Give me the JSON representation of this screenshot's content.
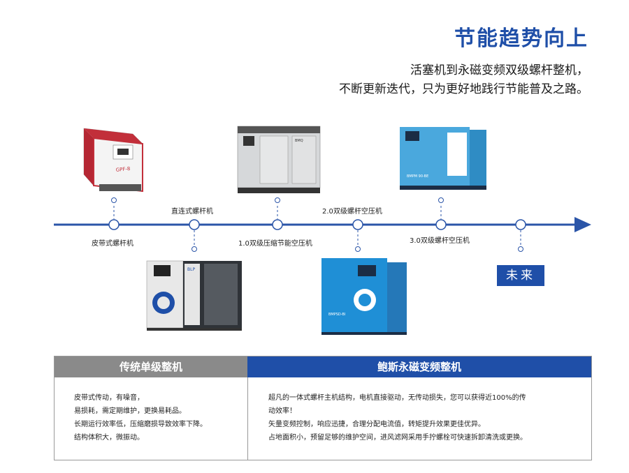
{
  "header": {
    "title": "节能趋势向上",
    "subtitle_line1": "活塞机到永磁变频双级螺杆整机，",
    "subtitle_line2": "不断更新迭代，只为更好地践行节能普及之路。"
  },
  "timeline": {
    "labels": [
      "皮带式螺杆机",
      "直连式螺杆机",
      "1.0双级压缩节能空压机",
      "2.0双级螺杆空压机",
      "3.0双级螺杆空压机"
    ],
    "future_label": "未来",
    "colors": {
      "line": "#2b55a8",
      "accent": "#1f4fa8"
    }
  },
  "machines": {
    "piston_badge": "GPF-8",
    "direct_brand": "BLP",
    "v1_badge": "BMQ",
    "v2_badge": "BMPSD-BI",
    "v3_badge": "BMPM 90-BE"
  },
  "table": {
    "left_header": "传统单级整机",
    "right_header": "鲍斯永磁变频整机",
    "left_lines": [
      "皮带式传动，有噪音，",
      "易损耗，需定期维护，更换易耗品。",
      "长期运行效率低，压缩磨损导致效率下降。",
      "结构体积大，微振动。"
    ],
    "right_lines": [
      "超凡的一体式螺杆主机结构，电机直接驱动，无传动损失，您可以获得近100%的传",
      "动效率！",
      "矢量变频控制，响应迅捷，合理分配电流值，转矩提升效果更佳优异。",
      "占地面积小，预留足够的维护空间，进风滤网采用手拧螺栓可快速拆卸清洗或更换。"
    ]
  }
}
